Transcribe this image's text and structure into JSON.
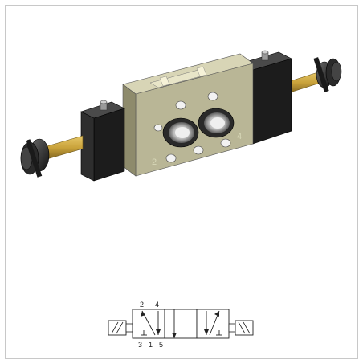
{
  "product_render": {
    "engraved_ports": [
      "2",
      "4"
    ]
  },
  "symbol": {
    "top_ports": [
      "2",
      "4"
    ],
    "bottom_ports": [
      "3",
      "1",
      "5"
    ]
  },
  "colors": {
    "body": "#b9b696",
    "body_shadow": "#8e8b6c",
    "solenoid": "#1c1c1c",
    "rod": "#c9a23a",
    "frame_border": "#c8c8c8"
  }
}
